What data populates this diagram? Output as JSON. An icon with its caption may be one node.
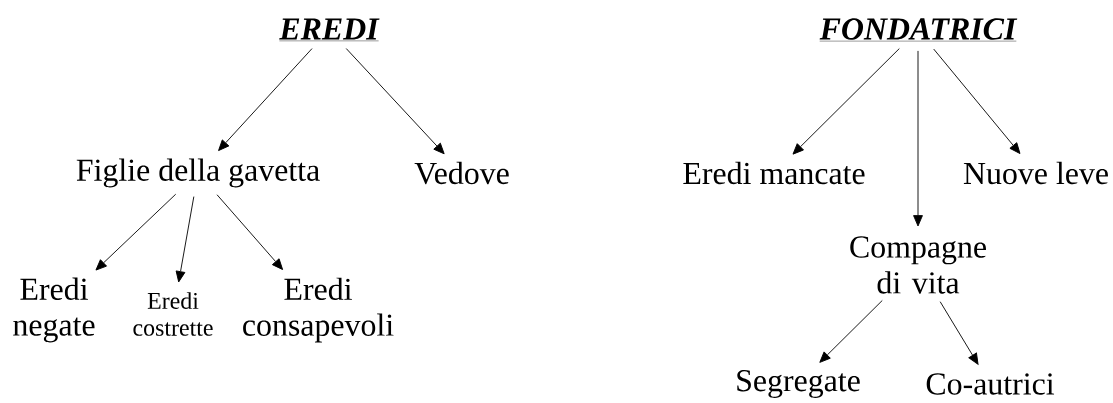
{
  "diagram": {
    "nodes": [
      {
        "text": [
          "EREDI"
        ]
      },
      {
        "text": [
          "Figlie della gavetta"
        ]
      },
      {
        "text": [
          "Vedove"
        ]
      },
      {
        "text": [
          "Eredi negate"
        ]
      },
      {
        "text": [
          "Eredi costrette"
        ]
      },
      {
        "text": [
          "Eredi consapevoli"
        ]
      },
      {
        "text": [
          "FONDATRICI"
        ]
      },
      {
        "text": [
          "Eredi mancate"
        ]
      },
      {
        "text": [
          "Compagne di vita"
        ]
      },
      {
        "text": [
          "Nuove leve"
        ]
      },
      {
        "text": [
          "Segregate"
        ]
      },
      {
        "text": [
          "Co-autrici"
        ]
      }
    ],
    "edges": [
      {
        "from": 0,
        "to": 1,
        "arrow": "to"
      },
      {
        "from": 0,
        "to": 2,
        "arrow": "to"
      },
      {
        "from": 1,
        "to": 3,
        "arrow": "to"
      },
      {
        "from": 1,
        "to": 4,
        "arrow": "to"
      },
      {
        "from": 1,
        "to": 5,
        "arrow": "to"
      },
      {
        "from": 6,
        "to": 7,
        "arrow": "to"
      },
      {
        "from": 6,
        "to": 8,
        "arrow": "to"
      },
      {
        "from": 6,
        "to": 9,
        "arrow": "to"
      },
      {
        "from": 8,
        "to": 10,
        "arrow": "to"
      },
      {
        "from": 8,
        "to": 11,
        "arrow": "to"
      }
    ]
  }
}
